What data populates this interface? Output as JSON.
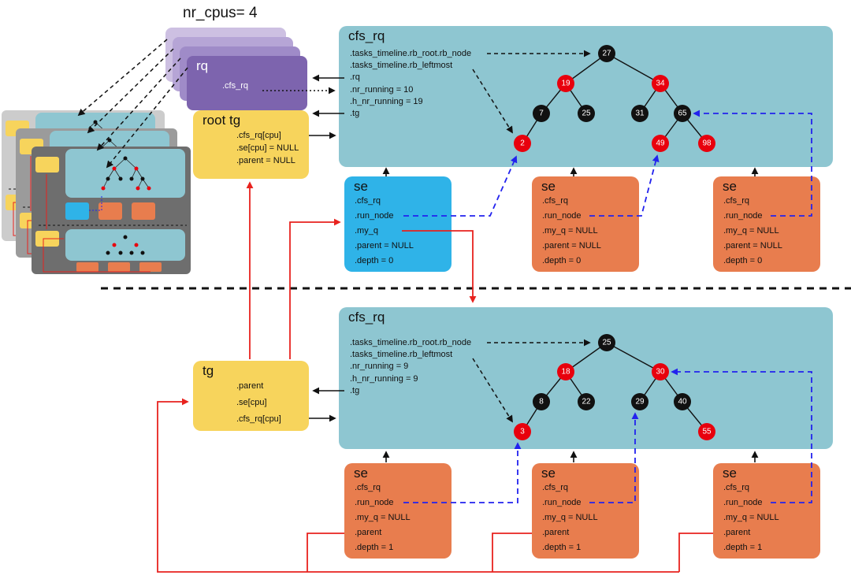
{
  "header": {
    "nr_cpus_label": "nr_cpus= 4"
  },
  "rq_card": {
    "title": "rq",
    "fields": [
      ".cfs_rq"
    ]
  },
  "root_tg": {
    "title": "root tg",
    "fields": [
      ".cfs_rq[cpu]",
      ".se[cpu] = NULL",
      ".parent = NULL"
    ]
  },
  "tg": {
    "title": "tg",
    "fields": [
      ".parent",
      ".se[cpu]",
      ".cfs_rq[cpu]"
    ]
  },
  "cfs_rq_top": {
    "title": "cfs_rq",
    "fields": [
      ".tasks_timeline.rb_root.rb_node",
      ".tasks_timeline.rb_leftmost",
      ".rq",
      ".nr_running = 10",
      ".h_nr_running = 19",
      ".tg"
    ]
  },
  "cfs_rq_bottom": {
    "title": "cfs_rq",
    "fields": [
      ".tasks_timeline.rb_root.rb_node",
      ".tasks_timeline.rb_leftmost",
      ".nr_running = 9",
      ".h_nr_running = 9",
      ".tg"
    ]
  },
  "se_top": [
    {
      "title": "se",
      "fields": [
        ".cfs_rq",
        ".run_node",
        ".my_q",
        ".parent = NULL",
        ".depth = 0"
      ]
    },
    {
      "title": "se",
      "fields": [
        ".cfs_rq",
        ".run_node",
        ".my_q = NULL",
        ".parent = NULL",
        ".depth = 0"
      ]
    },
    {
      "title": "se",
      "fields": [
        ".cfs_rq",
        ".run_node",
        ".my_q = NULL",
        ".parent = NULL",
        ".depth = 0"
      ]
    }
  ],
  "se_bottom": [
    {
      "title": "se",
      "fields": [
        ".cfs_rq",
        ".run_node",
        ".my_q = NULL",
        ".parent",
        ".depth = 1"
      ]
    },
    {
      "title": "se",
      "fields": [
        ".cfs_rq",
        ".run_node",
        ".my_q = NULL",
        ".parent",
        ".depth = 1"
      ]
    },
    {
      "title": "se",
      "fields": [
        ".cfs_rq",
        ".run_node",
        ".my_q = NULL",
        ".parent",
        ".depth = 1"
      ]
    }
  ],
  "trees": {
    "top": {
      "nodes": [
        {
          "v": "27",
          "color": "#111111"
        },
        {
          "v": "19",
          "color": "#e8000d"
        },
        {
          "v": "34",
          "color": "#e8000d"
        },
        {
          "v": "7",
          "color": "#111111"
        },
        {
          "v": "25",
          "color": "#111111"
        },
        {
          "v": "31",
          "color": "#111111"
        },
        {
          "v": "65",
          "color": "#111111"
        },
        {
          "v": "2",
          "color": "#e8000d"
        },
        {
          "v": "49",
          "color": "#e8000d"
        },
        {
          "v": "98",
          "color": "#e8000d"
        }
      ]
    },
    "bottom": {
      "nodes": [
        {
          "v": "25",
          "color": "#111111"
        },
        {
          "v": "18",
          "color": "#e8000d"
        },
        {
          "v": "30",
          "color": "#e8000d"
        },
        {
          "v": "8",
          "color": "#111111"
        },
        {
          "v": "22",
          "color": "#111111"
        },
        {
          "v": "29",
          "color": "#111111"
        },
        {
          "v": "40",
          "color": "#111111"
        },
        {
          "v": "3",
          "color": "#e8000d"
        },
        {
          "v": "55",
          "color": "#e8000d"
        }
      ]
    }
  },
  "colors": {
    "teal_cfs_rq": "#8ec6d1",
    "orange_se": "#e87d4e",
    "blue_se": "#2fb3e8",
    "yellow_tg": "#f7d45c",
    "purple_rq": "#7d64ae",
    "node_black": "#111111",
    "node_red": "#e8000d",
    "arrow_red": "#e8221e",
    "arrow_blue": "#2222ee"
  }
}
